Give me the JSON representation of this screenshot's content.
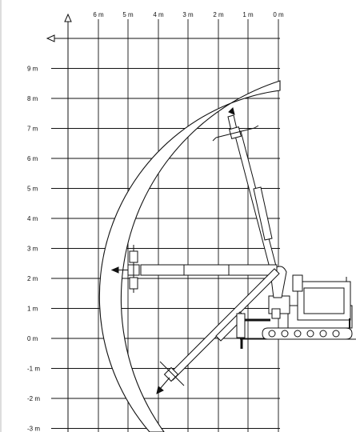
{
  "diagram": {
    "x_axis_labels": [
      "6 m",
      "5 m",
      "4 m",
      "3 m",
      "2 m",
      "1 m",
      "0 m"
    ],
    "y_axis_labels": [
      "9 m",
      "8 m",
      "7 m",
      "6 m",
      "5 m",
      "4 m",
      "3 m",
      "2 m",
      "1 m",
      "0 m",
      "-1 m",
      "-2 m",
      "-3 m"
    ]
  },
  "colors": {
    "line": "#111111",
    "background": "#ffffff"
  }
}
